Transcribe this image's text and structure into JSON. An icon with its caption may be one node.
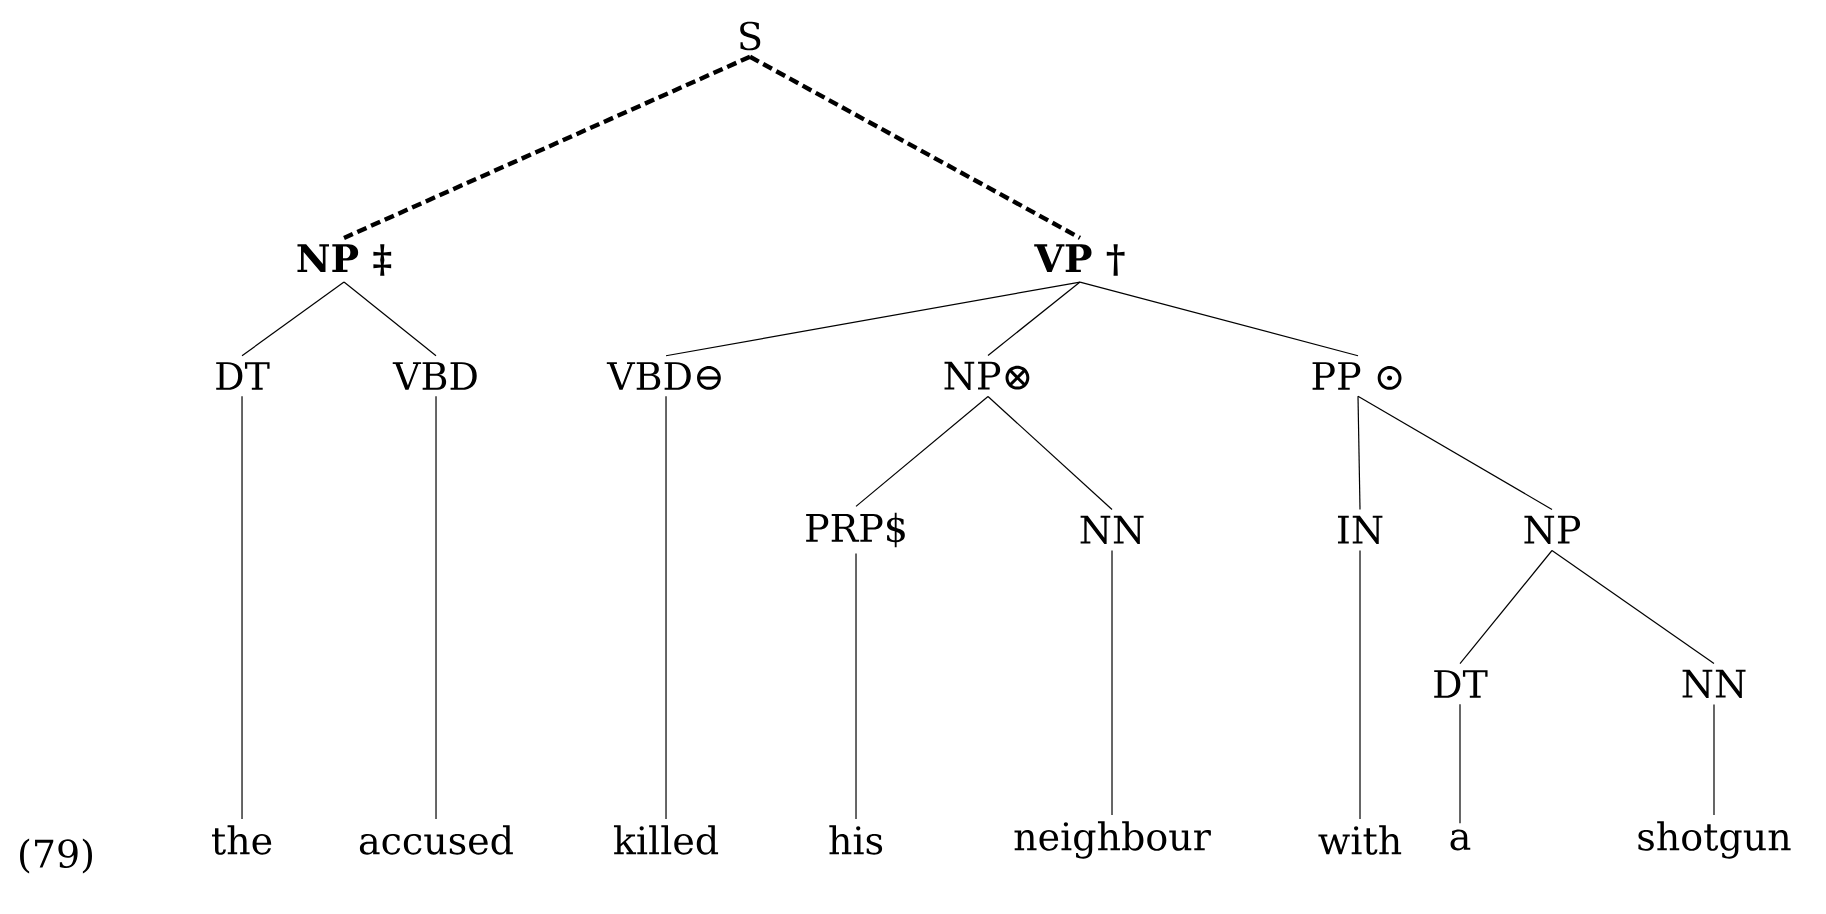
{
  "diagram": {
    "nodes": [
      {
        "text": [
          "S"
        ]
      },
      {
        "text": [
          "NP ‡"
        ]
      },
      {
        "text": [
          "VP †"
        ]
      },
      {
        "text": [
          "DT"
        ]
      },
      {
        "text": [
          "VBD"
        ]
      },
      {
        "text": [
          "VBD⊖"
        ]
      },
      {
        "text": [
          "NP⊗"
        ]
      },
      {
        "text": [
          "PP ⊙"
        ]
      },
      {
        "text": [
          "PRP$"
        ]
      },
      {
        "text": [
          "NN"
        ]
      },
      {
        "text": [
          "IN"
        ]
      },
      {
        "text": [
          "NP"
        ]
      },
      {
        "text": [
          "DT"
        ]
      },
      {
        "text": [
          "NN"
        ]
      },
      {
        "text": [
          "the"
        ]
      },
      {
        "text": [
          "accused"
        ]
      },
      {
        "text": [
          "killed"
        ]
      },
      {
        "text": [
          "his"
        ]
      },
      {
        "text": [
          "neighbour"
        ]
      },
      {
        "text": [
          "with"
        ]
      },
      {
        "text": [
          "a"
        ]
      },
      {
        "text": [
          "shotgun"
        ]
      }
    ],
    "edges": [
      {
        "from": 0,
        "to": 1,
        "arrow": "none",
        "style": "dashed"
      },
      {
        "from": 0,
        "to": 2,
        "arrow": "none",
        "style": "dashed"
      },
      {
        "from": 1,
        "to": 3,
        "arrow": "none"
      },
      {
        "from": 1,
        "to": 4,
        "arrow": "none"
      },
      {
        "from": 2,
        "to": 5,
        "arrow": "none"
      },
      {
        "from": 2,
        "to": 6,
        "arrow": "none"
      },
      {
        "from": 2,
        "to": 7,
        "arrow": "none"
      },
      {
        "from": 6,
        "to": 8,
        "arrow": "none"
      },
      {
        "from": 6,
        "to": 9,
        "arrow": "none"
      },
      {
        "from": 7,
        "to": 10,
        "arrow": "none"
      },
      {
        "from": 7,
        "to": 11,
        "arrow": "none"
      },
      {
        "from": 11,
        "to": 12,
        "arrow": "none"
      },
      {
        "from": 11,
        "to": 13,
        "arrow": "none"
      },
      {
        "from": 3,
        "to": 14,
        "arrow": "none"
      },
      {
        "from": 4,
        "to": 15,
        "arrow": "none"
      },
      {
        "from": 5,
        "to": 16,
        "arrow": "none"
      },
      {
        "from": 8,
        "to": 17,
        "arrow": "none"
      },
      {
        "from": 9,
        "to": 18,
        "arrow": "none"
      },
      {
        "from": 10,
        "to": 19,
        "arrow": "none"
      },
      {
        "from": 12,
        "to": 20,
        "arrow": "none"
      },
      {
        "from": 13,
        "to": 21,
        "arrow": "none"
      }
    ],
    "labels": [
      "(79)"
    ]
  }
}
